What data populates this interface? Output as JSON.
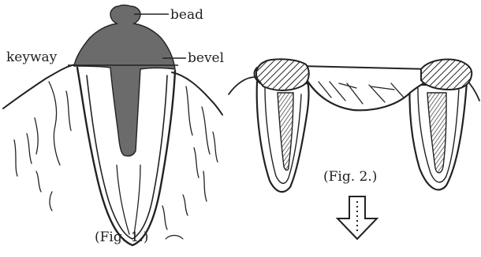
{
  "figure1": {
    "labels": {
      "bead": "bead",
      "keyway": "keyway",
      "bevel": "bevel"
    },
    "caption": "(Fig. 1.)"
  },
  "figure2": {
    "caption": "(Fig. 2.)"
  },
  "colors": {
    "ink": "#222222",
    "post_fill": "#6b6b6b",
    "paper": "#ffffff"
  }
}
